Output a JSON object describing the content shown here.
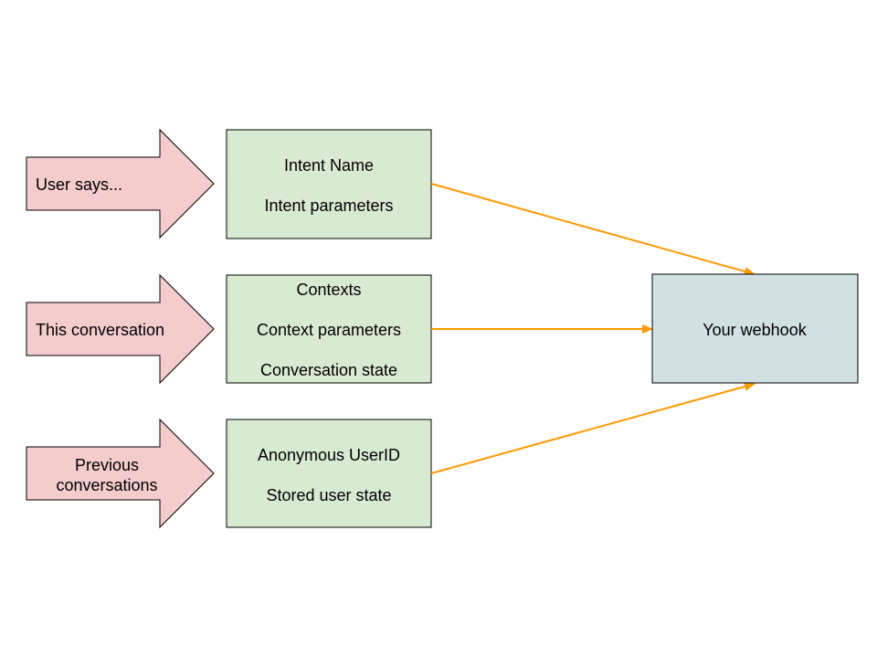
{
  "inputs": [
    {
      "label_lines": [
        "User says..."
      ]
    },
    {
      "label_lines": [
        "This conversation"
      ]
    },
    {
      "label_lines": [
        "Previous",
        "conversations"
      ]
    }
  ],
  "boxes": [
    {
      "lines": [
        "Intent Name",
        "Intent parameters"
      ]
    },
    {
      "lines": [
        "Contexts",
        "Context parameters",
        "Conversation state"
      ]
    },
    {
      "lines": [
        "Anonymous UserID",
        "Stored user state"
      ]
    }
  ],
  "target": {
    "label": "Your webhook"
  },
  "colors": {
    "input_arrow_fill": "#f4cccc",
    "info_box_fill": "#d9ead3",
    "webhook_fill": "#d0e0e3",
    "connector": "#ff9900"
  }
}
